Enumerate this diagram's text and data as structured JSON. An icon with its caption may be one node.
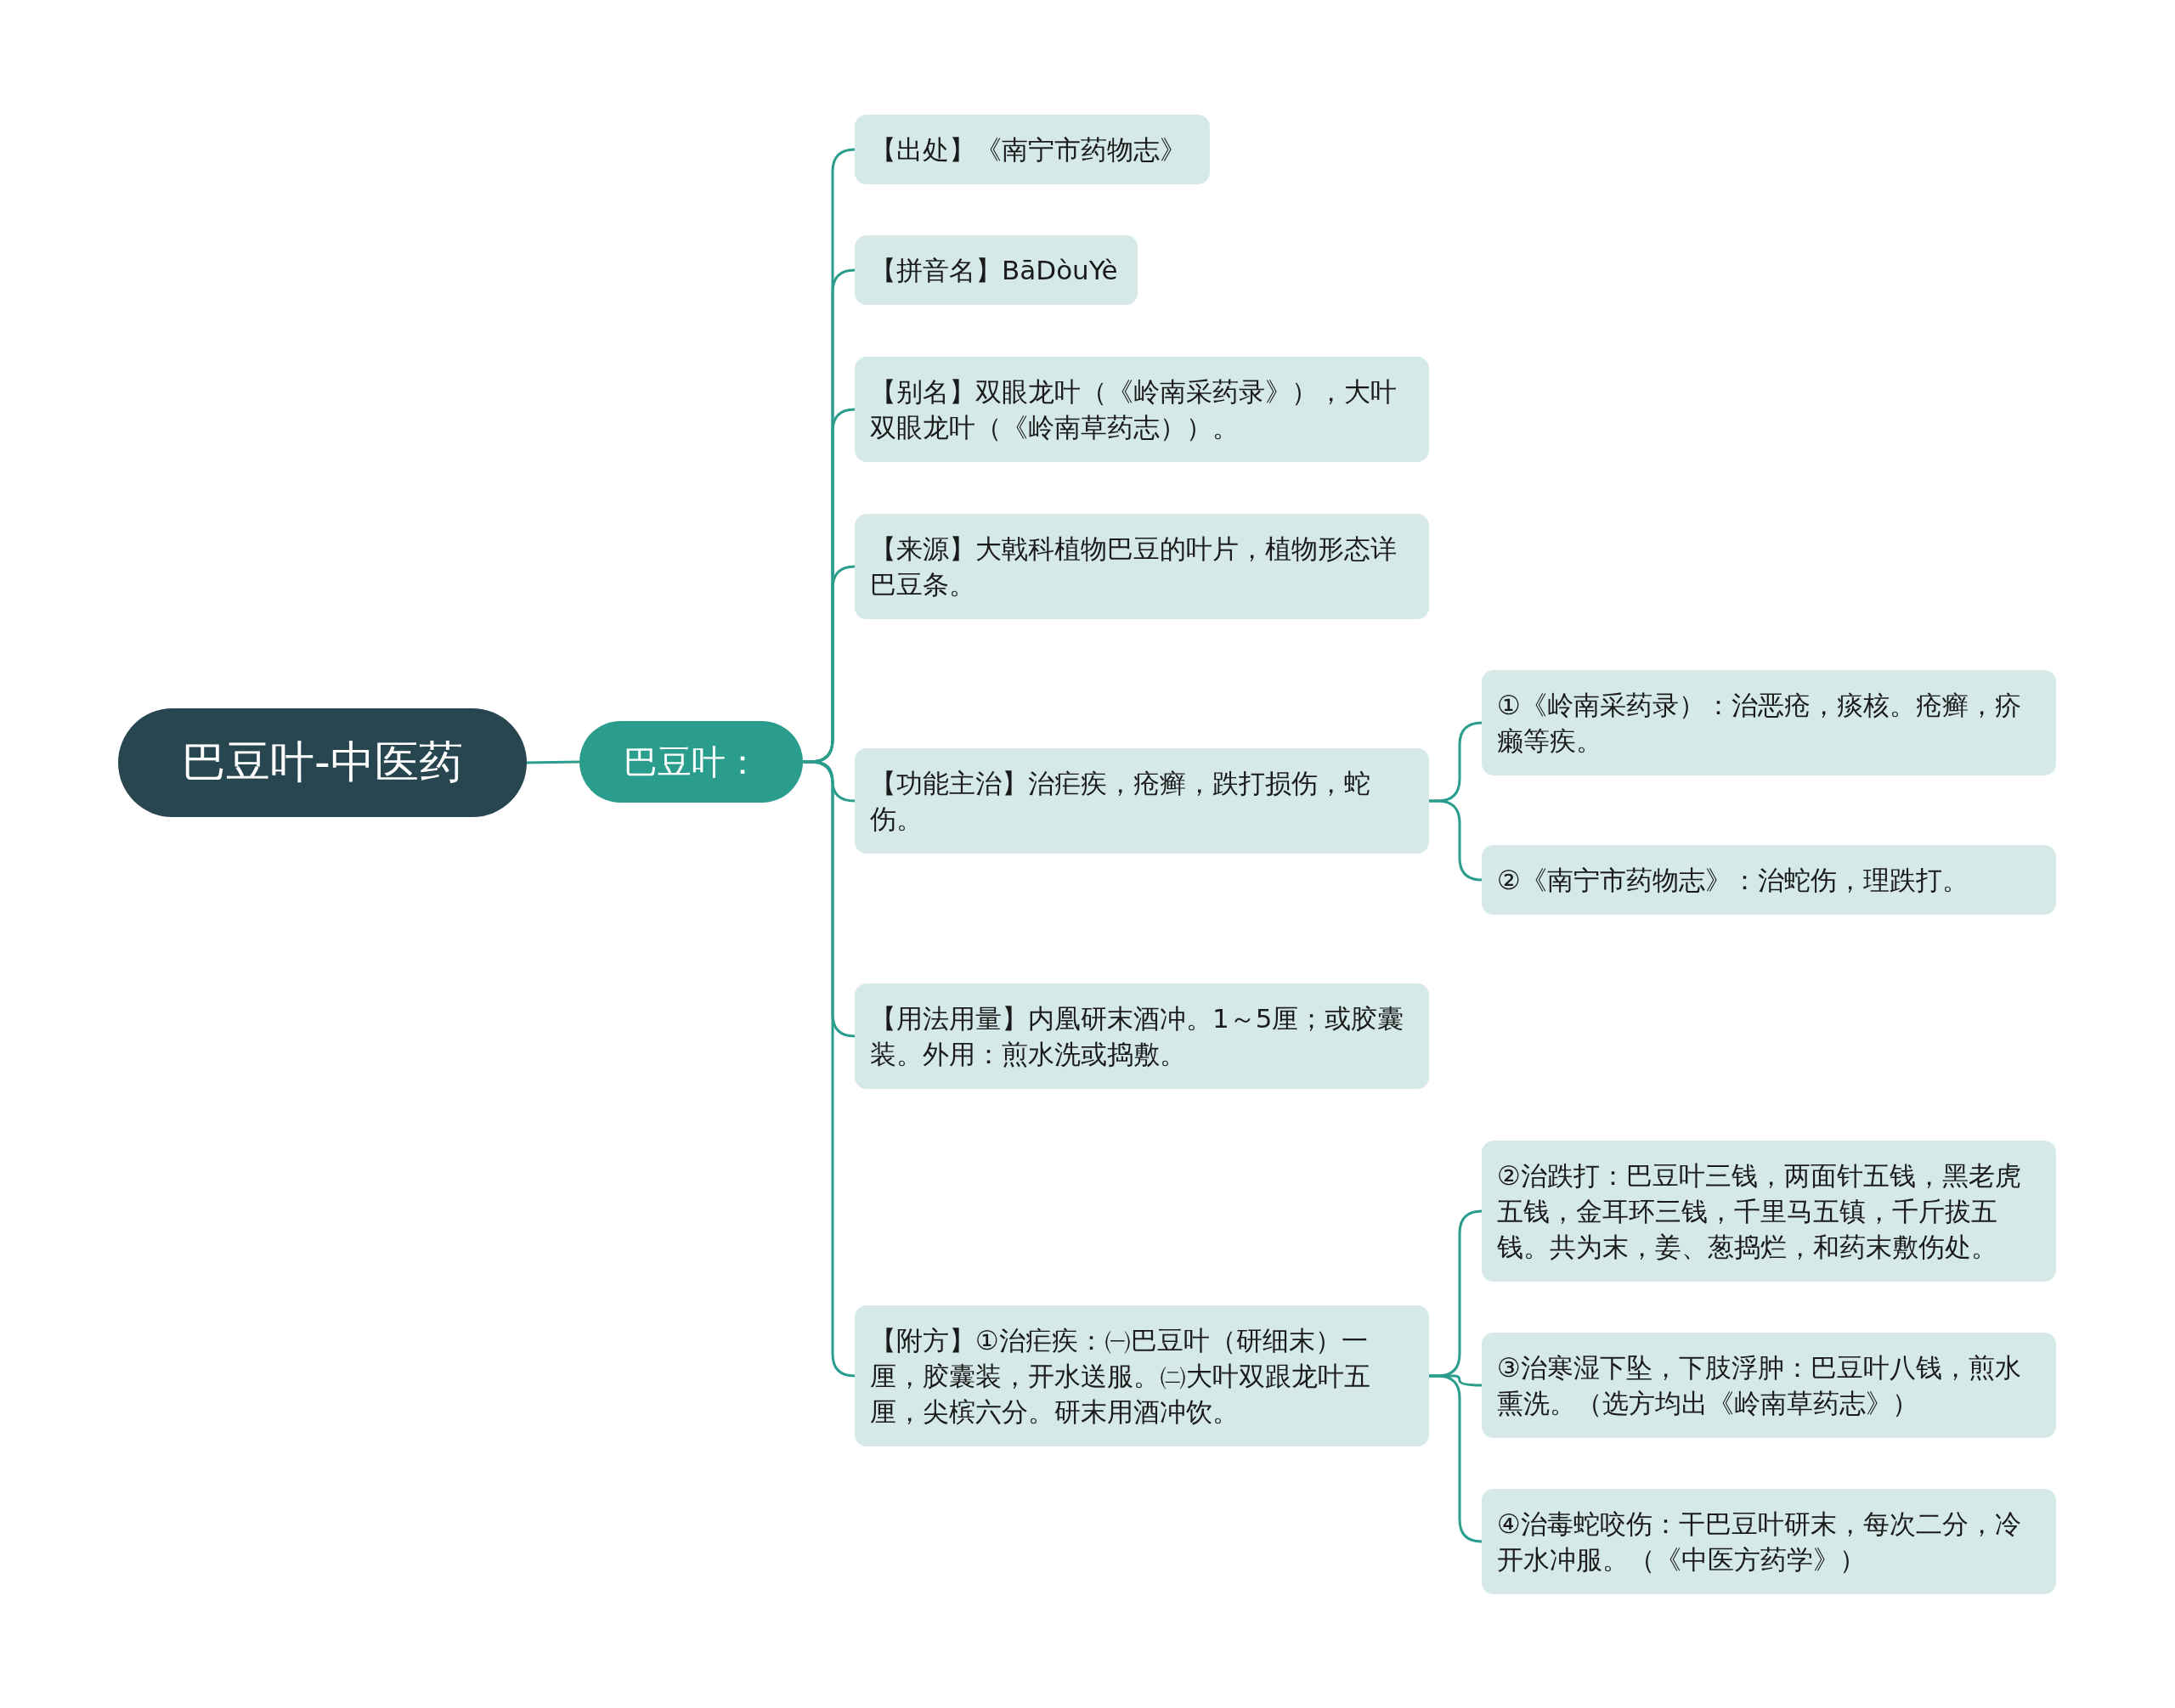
{
  "diagram": {
    "nodes": [
      {
        "text": [
          "巴豆叶-中医药"
        ]
      },
      {
        "text": [
          "巴豆叶："
        ]
      },
      {
        "text": [
          "【出处】《南宁市药物志》"
        ]
      },
      {
        "text": [
          "【拼音名】BāDòuYè"
        ]
      },
      {
        "text": [
          "【别名】双眼龙叶（《岭南采药录》），大叶双眼龙叶（《岭南草药志））。"
        ]
      },
      {
        "text": [
          "【来源】大戟科植物巴豆的叶片，植物形态详巴豆条。"
        ]
      },
      {
        "text": [
          "【功能主治】治疟疾，疮癣，跌打损伤，蛇伤。"
        ]
      },
      {
        "text": [
          "【用法用量】内凰研末酒冲。1～5厘；或胶囊装。外用：煎水洗或捣敷。"
        ]
      },
      {
        "text": [
          "【附方】①治疟疾：㈠巴豆叶（研细末）一厘，胶囊装，开水送服。㈡大叶双跟龙叶五厘，尖槟六分。研末用酒冲饮。"
        ]
      },
      {
        "text": [
          "①《岭南采药录）：治恶疮，痰核。疮癣，疥癞等疾。"
        ]
      },
      {
        "text": [
          "②《南宁市药物志》：治蛇伤，理跌打。"
        ]
      },
      {
        "text": [
          "②治跌打：巴豆叶三钱，两面针五钱，黑老虎五钱，金耳环三钱，千里马五镇，千斤拔五钱。共为末，姜、葱捣烂，和药末敷伤处。"
        ]
      },
      {
        "text": [
          "③治寒湿下坠，下肢浮肿：巴豆叶八钱，煎水熏洗。（选方均出《岭南草药志》）"
        ]
      },
      {
        "text": [
          "④治毒蛇咬伤：干巴豆叶研末，每次二分，冷开水冲服。（《中医方药学》）"
        ]
      }
    ],
    "edges": [
      {
        "from": 0,
        "to": 1,
        "arrow": "none"
      },
      {
        "from": 1,
        "to": 2,
        "arrow": "none"
      },
      {
        "from": 1,
        "to": 3,
        "arrow": "none"
      },
      {
        "from": 1,
        "to": 4,
        "arrow": "none"
      },
      {
        "from": 1,
        "to": 5,
        "arrow": "none"
      },
      {
        "from": 1,
        "to": 6,
        "arrow": "none"
      },
      {
        "from": 1,
        "to": 7,
        "arrow": "none"
      },
      {
        "from": 1,
        "to": 8,
        "arrow": "none"
      },
      {
        "from": 6,
        "to": 9,
        "arrow": "none"
      },
      {
        "from": 6,
        "to": 10,
        "arrow": "none"
      },
      {
        "from": 8,
        "to": 11,
        "arrow": "none"
      },
      {
        "from": 8,
        "to": 12,
        "arrow": "none"
      },
      {
        "from": 8,
        "to": 13,
        "arrow": "none"
      }
    ]
  }
}
